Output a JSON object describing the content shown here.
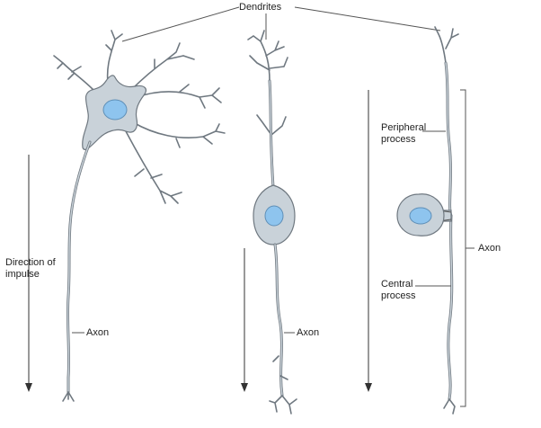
{
  "labels": {
    "dendrites": "Dendrites",
    "direction": "Direction of impulse",
    "axon_left": "Axon",
    "axon_middle": "Axon",
    "axon_right": "Axon",
    "peripheral": "Peripheral process",
    "central": "Central process"
  },
  "colors": {
    "cell_body": "#c9d2d9",
    "outline": "#6f7880",
    "nucleus": "#8ec4ee"
  }
}
